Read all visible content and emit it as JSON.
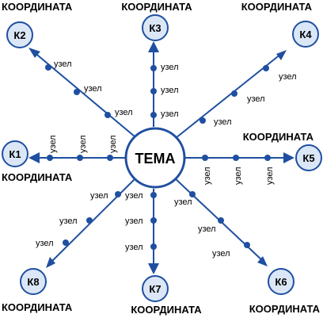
{
  "topic": "ТЕМА",
  "node_label": "узел",
  "coordinates": [
    {
      "code": "К1",
      "caption": "КООРДИНАТА"
    },
    {
      "code": "К2",
      "caption": "КООРДИНАТА"
    },
    {
      "code": "К3",
      "caption": "КООРДИНАТА"
    },
    {
      "code": "К4",
      "caption": "КООРДИНАТА"
    },
    {
      "code": "К5",
      "caption": "КООРДИНАТА"
    },
    {
      "code": "К6",
      "caption": "КООРДИНАТА"
    },
    {
      "code": "К7",
      "caption": "КООРДИНАТА"
    },
    {
      "code": "К8",
      "caption": "КООРДИНАТА"
    }
  ],
  "nodes_per_axis": 3,
  "colors": {
    "line": "#1f4fa0",
    "circle_fill": "#dbe7f7"
  }
}
